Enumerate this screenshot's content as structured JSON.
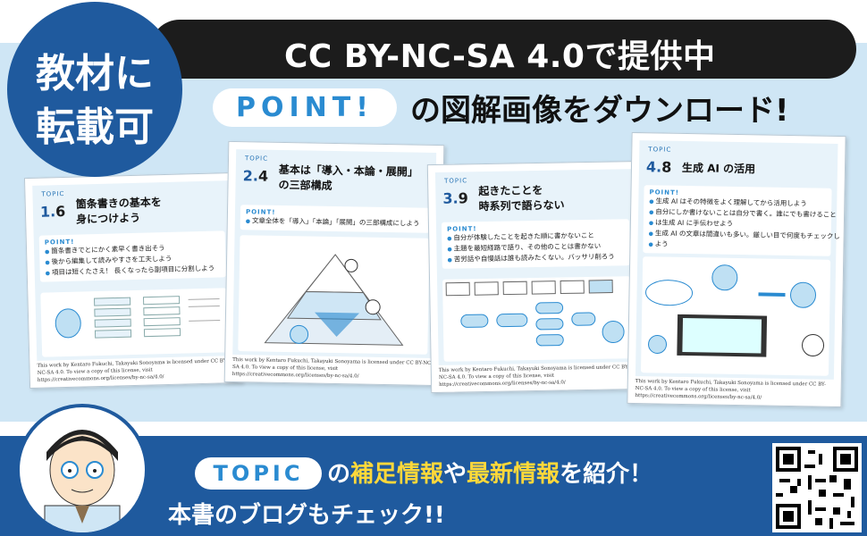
{
  "header": {
    "license_text": "CC BY-NC-SA 4.0で提供中",
    "badge_line1": "教材に",
    "badge_line2": "転載可",
    "point_pill": "POINT!",
    "point_rest": "の図解画像をダウンロード!"
  },
  "cards": [
    {
      "topic": "TOPIC",
      "num_prefix": "1.",
      "num_suffix": "6",
      "title_line1": "箇条書きの基本を",
      "title_line2": "身につけよう",
      "point_head": "POINT!",
      "points": [
        "箇条書きでとにかく素早く書き出そう",
        "後から編集して読みやすさを工夫しよう",
        "項目は短くたさえ！ 長くなったら副項目に分割しよう"
      ],
      "license": "This work by Kentaro Fukuchi, Takayuki Sonoyama is licensed under CC BY-NC-SA 4.0. To view a copy of this license, visit https://creativecommons.org/licenses/by-nc-sa/4.0/"
    },
    {
      "topic": "TOPIC",
      "num_prefix": "2.",
      "num_suffix": "4",
      "title_line1": "基本は「導入・本論・展開」",
      "title_line2": "の三部構成",
      "point_head": "POINT!",
      "points": [
        "文章全体を「導入」「本論」「展開」の三部構成にしよう"
      ],
      "license": "This work by Kentaro Fukuchi, Takayuki Sonoyama is licensed under CC BY-NC-SA 4.0. To view a copy of this license, visit https://creativecommons.org/licenses/by-nc-sa/4.0/"
    },
    {
      "topic": "TOPIC",
      "num_prefix": "3.",
      "num_suffix": "9",
      "title_line1": "起きたことを",
      "title_line2": "時系列で語らない",
      "point_head": "POINT!",
      "points": [
        "自分が体験したことを起きた順に書かないこと",
        "主題を最短経路で語り、その他のことは書かない",
        "苦労話や自慢話は誰も読みたくない。バッサリ削ろう"
      ],
      "license": "This work by Kentaro Fukuchi, Takayuki Sonoyama is licensed under CC BY-NC-SA 4.0. To view a copy of this license, visit https://creativecommons.org/licenses/by-nc-sa/4.0/"
    },
    {
      "topic": "TOPIC",
      "num_prefix": "4.",
      "num_suffix": "8",
      "title_line1": "生成 AI の活用",
      "title_line2": "",
      "point_head": "POINT!",
      "points": [
        "生成 AI はその特徴をよく理解してから活用しよう",
        "自分にしか書けないことは自分で書く。誰にでも書けること",
        "は生成 AI に手伝わせよう",
        "生成 AI の文章は間違いも多い。厳しい目で何度もチェックし",
        "よう"
      ],
      "license": "This work by Kentaro Fukuchi, Takayuki Sonoyama is licensed under CC BY-NC-SA 4.0. To view a copy of this license, visit https://creativecommons.org/licenses/by-nc-sa/4.0/"
    }
  ],
  "footer": {
    "topic_pill": "TOPIC",
    "line1_pre": "の",
    "line1_hl1": "補足情報",
    "line1_mid": "や",
    "line1_hl2": "最新情報",
    "line1_post": "を紹介！",
    "line2": "本書のブログもチェック!!"
  },
  "colors": {
    "brand_blue": "#1f5a9e",
    "accent_blue": "#2a8bd1",
    "highlight_yellow": "#ffd83a",
    "panel_blue": "#cfe6f5"
  }
}
